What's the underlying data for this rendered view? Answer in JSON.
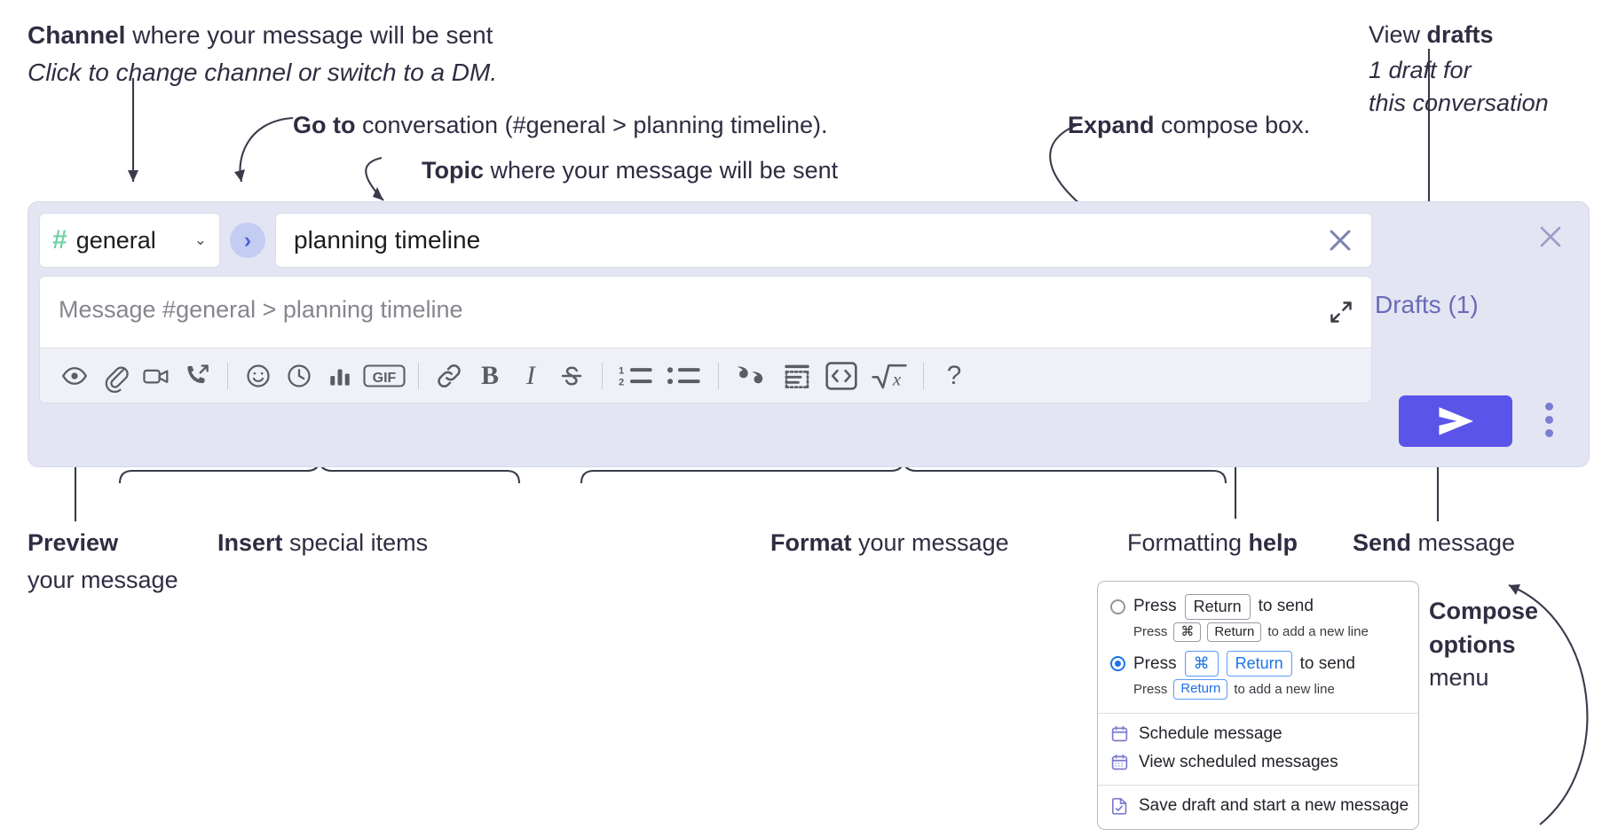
{
  "annotations": {
    "channel": {
      "bold": "Channel",
      "rest": " where your message will be sent",
      "italic": "Click to change channel or switch to a DM."
    },
    "goto": {
      "bold": "Go to",
      "rest": " conversation (#general > planning timeline)."
    },
    "topic": {
      "bold": "Topic",
      "rest": " where your message will be sent"
    },
    "expand": {
      "bold": "Expand",
      "rest": " compose box."
    },
    "drafts": {
      "bold_lead": "View ",
      "bold": "drafts",
      "italic1": "1 draft for",
      "italic2": "this conversation"
    },
    "preview": {
      "bold": "Preview",
      "rest": "your message"
    },
    "insert": {
      "bold": "Insert",
      "rest": " special items"
    },
    "format": {
      "bold": "Format",
      "rest": " your message"
    },
    "help": {
      "lead": "Formatting ",
      "bold": "help"
    },
    "send": {
      "bold": "Send",
      "rest": " message"
    },
    "compose_options": {
      "bold1": "Compose",
      "bold2": "options",
      "rest": "menu"
    }
  },
  "compose": {
    "channel_button": {
      "hash": "#",
      "name": "general",
      "caret": "⌄"
    },
    "goto_button_glyph": "›",
    "topic_value": "planning timeline",
    "topic_clear_icon": "close-icon",
    "message_placeholder": "Message #general > planning timeline",
    "expand_icon": "expand-icon",
    "drafts_label": "Drafts (1)",
    "panel_close_icon": "close-icon",
    "send_icon": "send-paper-plane-icon",
    "overflow_icon": "kebab-menu-icon",
    "toolbar_icons": [
      "preview-eye-icon",
      "attach-paperclip-icon",
      "video-camera-icon",
      "huddle-phone-icon",
      "emoji-icon",
      "schedule-clock-icon",
      "poll-bar-chart-icon",
      "gif-icon",
      "link-icon",
      "bold-icon",
      "italic-icon",
      "strikethrough-icon",
      "ordered-list-icon",
      "bulleted-list-icon",
      "blockquote-icon",
      "code-block-icon",
      "code-icon",
      "math-icon",
      "help-icon"
    ],
    "toolbar_labels": {
      "gif": "GIF",
      "bold": "B",
      "italic": "I",
      "help": "?"
    },
    "colors": {
      "send_button": "#5a54e8",
      "panel_bg": "#e3e5f3",
      "hash_green": "#6fd3a3",
      "goto_blue": "#4a62d8",
      "drafts_purple": "#6b6ab8"
    }
  },
  "menu": {
    "options": [
      {
        "selected": false,
        "press": "Press",
        "key1": "Return",
        "tail": "to send",
        "sub_press": "Press",
        "sub_key1": "⌘",
        "sub_key2": "Return",
        "sub_tail": "to add a new line"
      },
      {
        "selected": true,
        "press": "Press",
        "key1": "⌘",
        "key2": "Return",
        "tail": "to send",
        "sub_press": "Press",
        "sub_key1": "Return",
        "sub_tail": "to add a new line"
      }
    ],
    "items": [
      {
        "icon": "calendar-schedule-icon",
        "label": "Schedule message"
      },
      {
        "icon": "calendar-grid-icon",
        "label": "View scheduled messages"
      },
      {
        "icon": "save-draft-icon",
        "label": "Save draft and start a new message"
      }
    ]
  }
}
